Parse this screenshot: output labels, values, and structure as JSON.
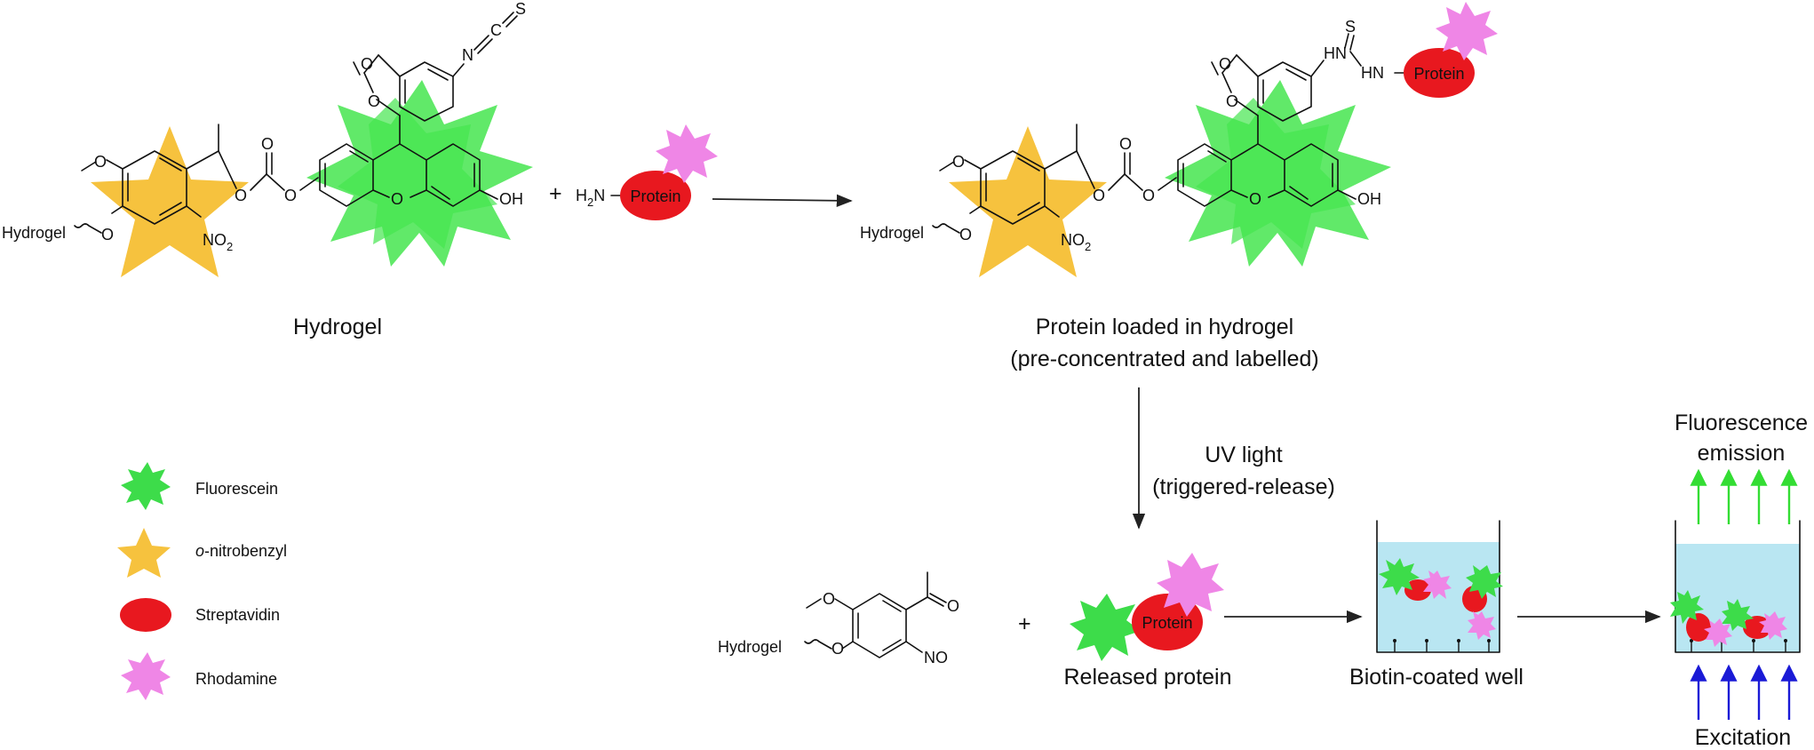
{
  "labels": {
    "hydrogel": "Hydrogel",
    "protein_loaded_line1": "Protein loaded in hydrogel",
    "protein_loaded_line2": "(pre-concentrated and labelled)",
    "uv_line1": "UV light",
    "uv_line2": "(triggered-release)",
    "released_protein": "Released protein",
    "biotin_well": "Biotin-coated well",
    "fluorescence_line1": "Fluorescence",
    "fluorescence_line2": "emission",
    "excitation": "Excitation"
  },
  "chem": {
    "hydrogel": "Hydrogel",
    "oh": "OH",
    "no2": "NO",
    "no2_sub": "2",
    "no": "NO",
    "s": "S",
    "n": "N",
    "c": "C",
    "hn": "HN",
    "hn2": "HN",
    "h2n": "H",
    "h2n_sub": "2",
    "h2n_n": "N",
    "plus": "+",
    "o": "O"
  },
  "protein_label": "Protein",
  "legend": [
    {
      "label": "Fluorescein",
      "color": "#3ddc4a",
      "shape": "burst-star"
    },
    {
      "label_prefix": "o",
      "label": "-nitrobenzyl",
      "color": "#f6c23e",
      "shape": "star"
    },
    {
      "label": "Streptavidin",
      "color": "#e8181f",
      "shape": "ellipse"
    },
    {
      "label": "Rhodamine",
      "color": "#ef86e6",
      "shape": "burst-star"
    }
  ],
  "colors": {
    "fluorescein": "#3ddc4a",
    "nitrobenzyl": "#f6c23e",
    "protein": "#e8181f",
    "rhodamine": "#ef86e6",
    "well_fill": "#b9e6f2",
    "emission_arrow": "#33dd33",
    "excitation_arrow": "#1a1ad6"
  }
}
